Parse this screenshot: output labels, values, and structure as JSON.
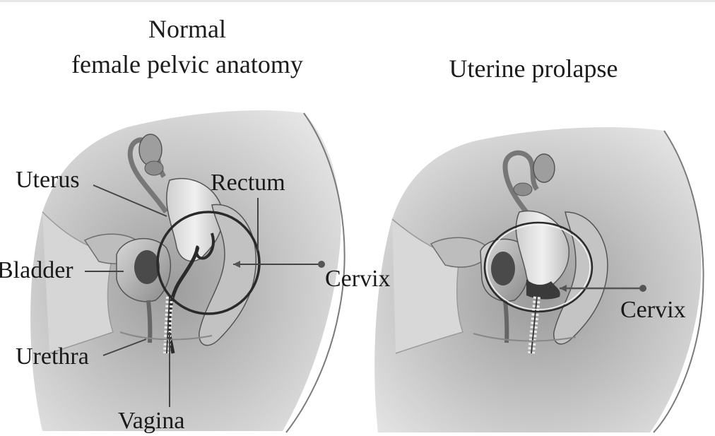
{
  "left_panel": {
    "title_line1": "Normal",
    "title_line2": "female pelvic anatomy",
    "labels": {
      "uterus": "Uterus",
      "rectum": "Rectum",
      "bladder": "Bladder",
      "cervix": "Cervix",
      "urethra": "Urethra",
      "vagina": "Vagina"
    }
  },
  "right_panel": {
    "title": "Uterine prolapse",
    "labels": {
      "cervix": "Cervix"
    }
  },
  "colors": {
    "background": "#ffffff",
    "text": "#1a1a1a",
    "tissue_light": "#e2e2e2",
    "tissue_mid": "#a8a8a8",
    "tissue_dark": "#5a5a5a",
    "leader_line": "#555555",
    "circle_outline": "#2a2a2a"
  }
}
